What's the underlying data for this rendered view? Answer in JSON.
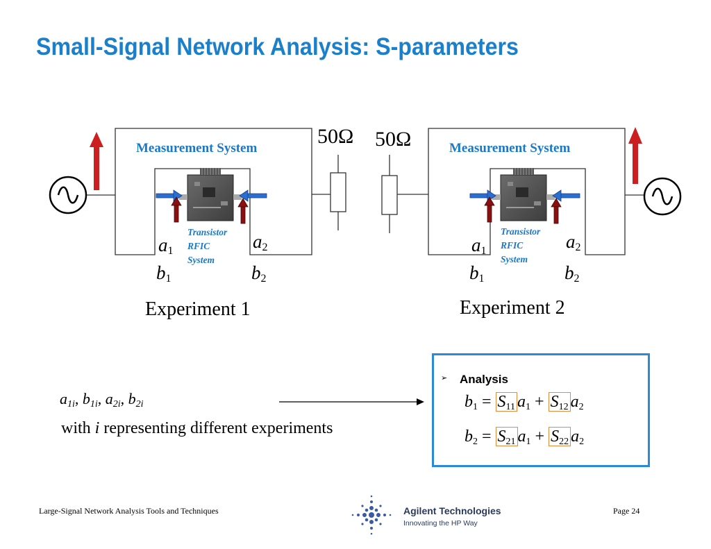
{
  "slide": {
    "title": "Small-Signal Network Analysis: S-parameters"
  },
  "experiment1": {
    "measurement_label": "Measurement System",
    "dut_lines": [
      "Transistor",
      "RFIC",
      "System"
    ],
    "a1": "a",
    "a1_sub": "1",
    "a2": "a",
    "a2_sub": "2",
    "b1": "b",
    "b1_sub": "1",
    "b2": "b",
    "b2_sub": "2",
    "termination": "50Ω",
    "caption": "Experiment 1"
  },
  "experiment2": {
    "measurement_label": "Measurement System",
    "dut_lines": [
      "Transistor",
      "RFIC",
      "System"
    ],
    "a1": "a",
    "a1_sub": "1",
    "a2": "a",
    "a2_sub": "2",
    "b1": "b",
    "b1_sub": "1",
    "b2": "b",
    "b2_sub": "2",
    "termination": "50Ω",
    "caption": "Experiment 2"
  },
  "waves": {
    "a1i": "a",
    "a1i_sub": "1i",
    "b1i": "b",
    "b1i_sub": "1i",
    "a2i": "a",
    "a2i_sub": "2i",
    "b2i": "b",
    "b2i_sub": "2i",
    "sep": ",",
    "description_pre": "with ",
    "description_var": "i",
    "description_post": " representing different experiments"
  },
  "analysis": {
    "bullet": "➢",
    "title": "Analysis",
    "eq1": {
      "lhs": "b",
      "lhs_sub": "1",
      "eq": "=",
      "s1": "S",
      "s1_sub": "11",
      "x1": "a",
      "x1_sub": "1",
      "plus": "+",
      "s2": "S",
      "s2_sub": "12",
      "x2": "a",
      "x2_sub": "2"
    },
    "eq2": {
      "lhs": "b",
      "lhs_sub": "2",
      "eq": "=",
      "s1": "S",
      "s1_sub": "21",
      "x1": "a",
      "x1_sub": "1",
      "plus": "+",
      "s2": "S",
      "s2_sub": "22",
      "x2": "a",
      "x2_sub": "2"
    }
  },
  "footer": {
    "left": "Large-Signal Network Analysis Tools and Techniques",
    "company": "Agilent Technologies",
    "tagline": "Innovating the HP Way",
    "page": "Page 24"
  },
  "colors": {
    "title": "#1a80cc",
    "label_blue": "#1a78c8",
    "red_arrow": "#cc2020",
    "blue_arrow": "#2a6fd0",
    "dark_red_arrow": "#8a1010",
    "box_border": "#2a8ad8",
    "s_param_box": "#e58a3a"
  },
  "icons": [
    "sine-source-icon",
    "resistor-icon",
    "dut-board-image",
    "agilent-logo-icon"
  ]
}
